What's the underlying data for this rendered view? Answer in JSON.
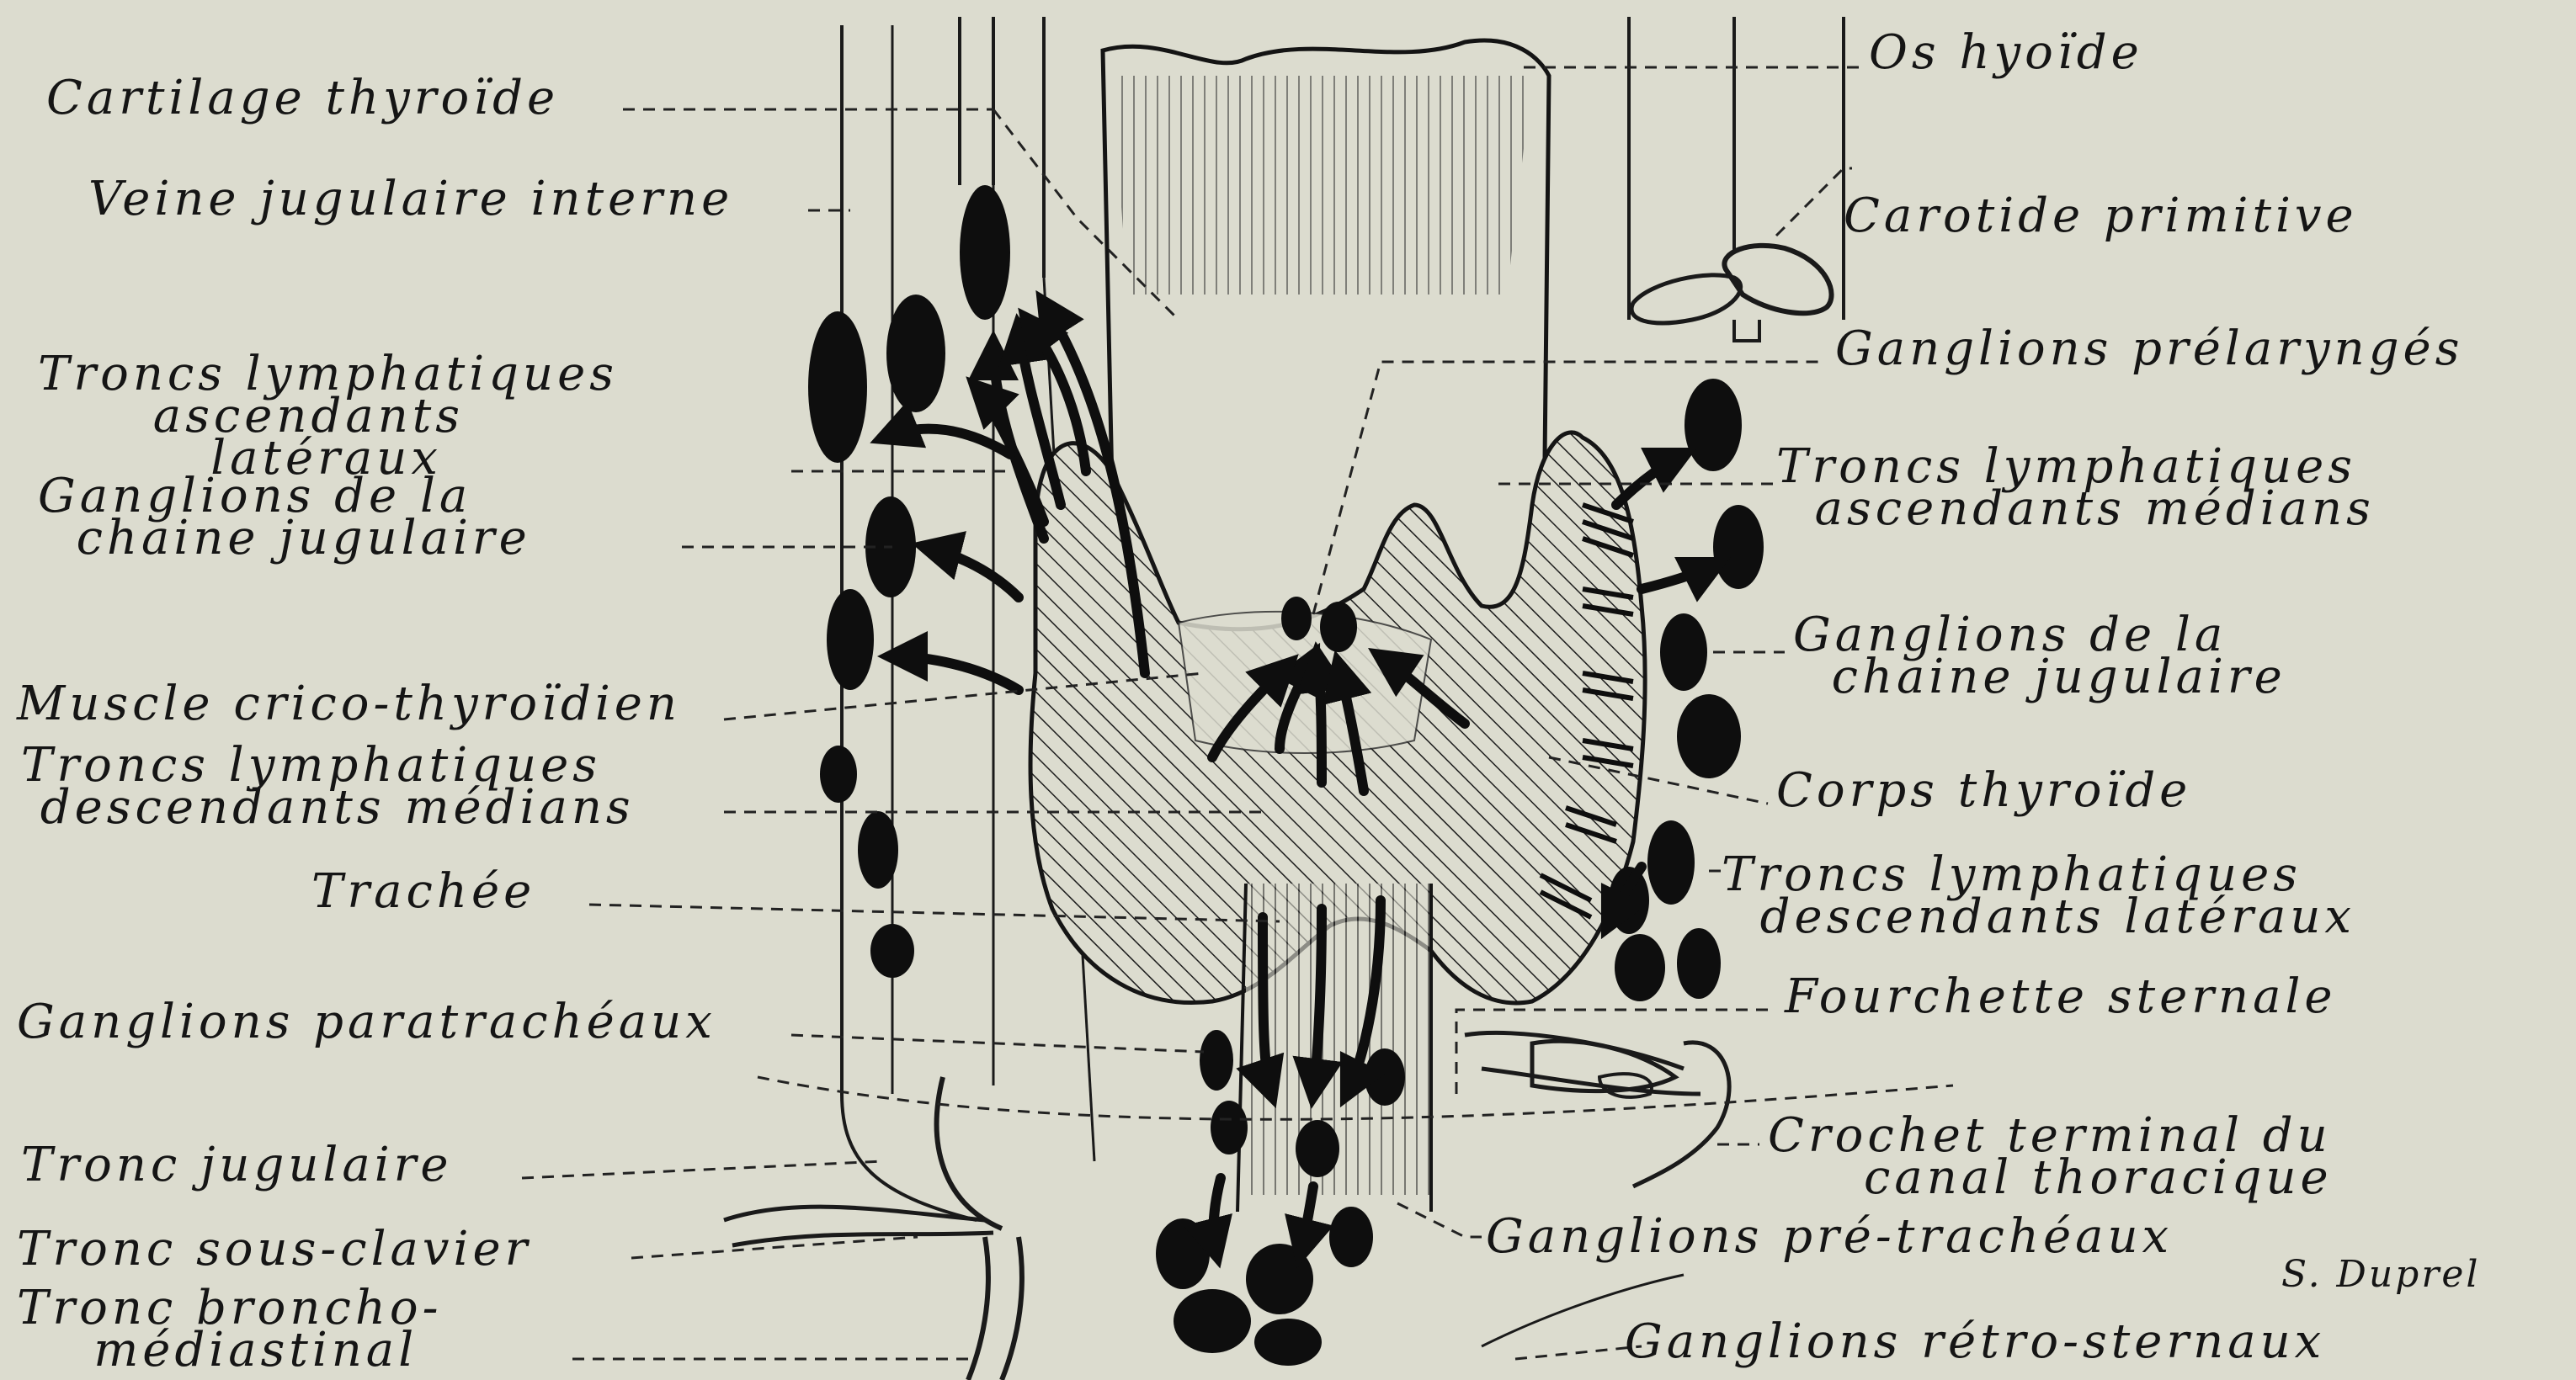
{
  "labels_left": [
    {
      "key": "cartilage-thyroide",
      "text": "Cartilage thyroïde"
    },
    {
      "key": "veine-jugulaire-interne",
      "text": "Veine jugulaire interne"
    },
    {
      "key": "troncs-lymph-asc-lateraux",
      "text": "Troncs lymphatiques\n      ascendants\n         latéraux"
    },
    {
      "key": "ganglions-chaine-jugulaire-left",
      "text": "Ganglions de la\n  chaine jugulaire"
    },
    {
      "key": "muscle-crico-thyroidien",
      "text": "Muscle crico-thyroïdien"
    },
    {
      "key": "troncs-lymph-desc-medians",
      "text": "Troncs lymphatiques\n descendants médians"
    },
    {
      "key": "trachee",
      "text": "Trachée"
    },
    {
      "key": "ganglions-paratracheaux",
      "text": "Ganglions paratrachéaux"
    },
    {
      "key": "tronc-jugulaire",
      "text": "Tronc jugulaire"
    },
    {
      "key": "tronc-sous-clavier",
      "text": "Tronc sous-clavier"
    },
    {
      "key": "tronc-broncho-mediastinal",
      "text": "Tronc broncho-\n    médiastinal"
    }
  ],
  "labels_right": [
    {
      "key": "os-hyoide",
      "text": "Os hyoïde"
    },
    {
      "key": "carotide-primitive",
      "text": "Carotide primitive"
    },
    {
      "key": "ganglions-prelaryngés",
      "text": "Ganglions prélaryngés"
    },
    {
      "key": "troncs-lymph-asc-medians",
      "text": "Troncs lymphatiques\n  ascendants médians"
    },
    {
      "key": "ganglions-chaine-jugulaire-right",
      "text": "Ganglions de la\n  chaine jugulaire"
    },
    {
      "key": "corps-thyroide",
      "text": "Corps thyroïde"
    },
    {
      "key": "troncs-lymph-desc-lateraux",
      "text": "Troncs lymphatiques\n  descendants latéraux"
    },
    {
      "key": "fourchette-sternale",
      "text": "Fourchette sternale"
    },
    {
      "key": "crochet-terminal",
      "text": "Crochet terminal du\n     canal thoracique"
    },
    {
      "key": "ganglions-pre-tracheaux",
      "text": "Ganglions pré-trachéaux"
    },
    {
      "key": "ganglions-retro-sternaux",
      "text": "Ganglions rétro-sternaux"
    }
  ],
  "signature": "S. Duprel",
  "colors": {
    "background": "#dcdccf",
    "ink": "#111111"
  }
}
